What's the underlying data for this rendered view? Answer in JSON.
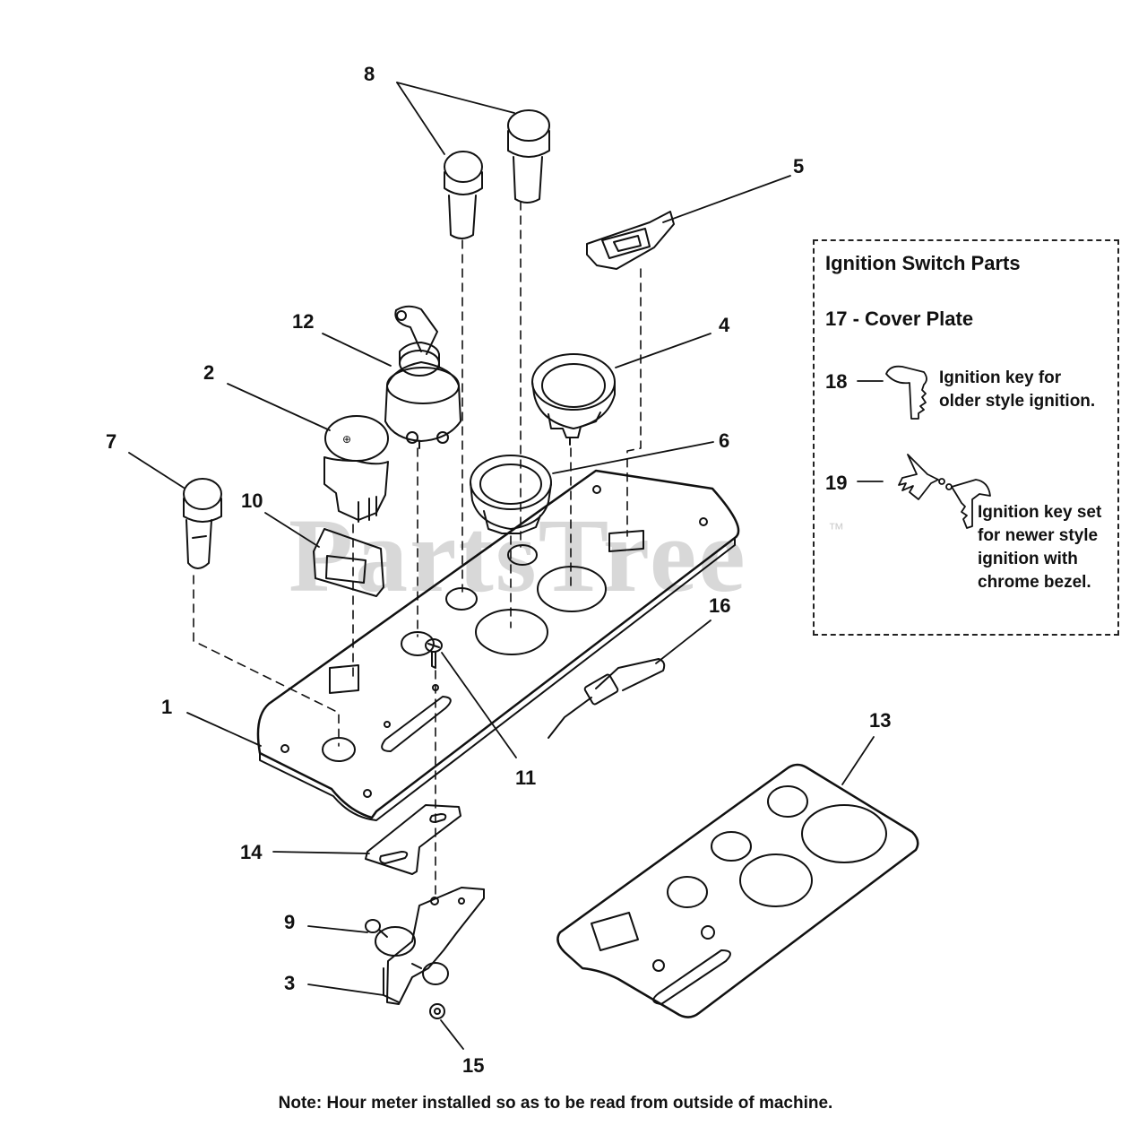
{
  "watermark": "PartsTree",
  "trademark": "™",
  "callouts": {
    "c1": "1",
    "c2": "2",
    "c3": "3",
    "c4": "4",
    "c5": "5",
    "c6": "6",
    "c7": "7",
    "c8": "8",
    "c9": "9",
    "c10": "10",
    "c11": "11",
    "c12": "12",
    "c13": "13",
    "c14": "14",
    "c15": "15",
    "c16": "16"
  },
  "legend": {
    "title": "Ignition Switch Parts",
    "item17": "17 - Cover Plate",
    "item18_num": "18",
    "item18_desc": "Ignition key for older style ignition.",
    "item19_num": "19",
    "item19_desc": "Ignition key set for newer style ignition with chrome bezel."
  },
  "note": "Note: Hour meter installed so as to be read from outside of machine.",
  "colors": {
    "line": "#111111",
    "watermark": "#d8d8d8",
    "background": "#ffffff"
  }
}
